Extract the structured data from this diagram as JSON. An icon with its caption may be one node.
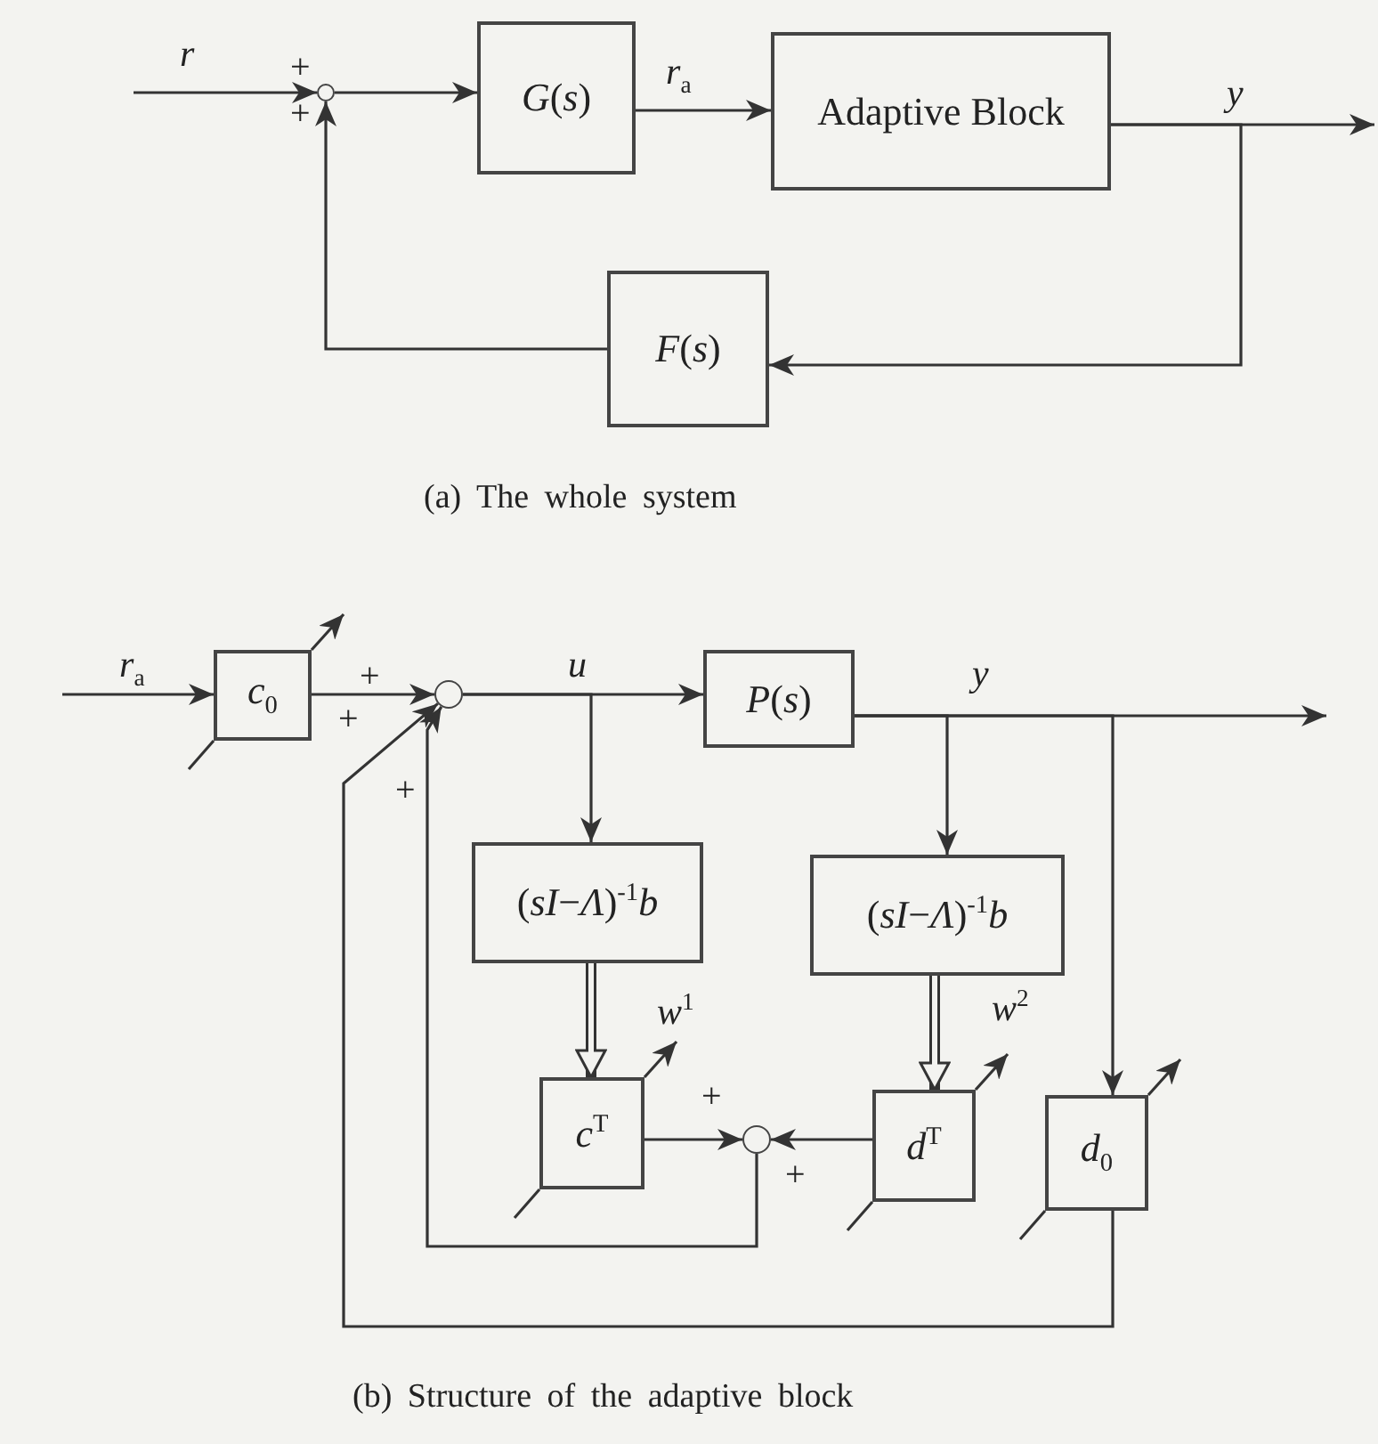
{
  "diagram": {
    "nodes": [
      {
        "text": [],
        "shape": "circle"
      },
      {
        "text": [
          "*G*(*s*)"
        ]
      },
      {
        "text": [
          "Adaptive Block"
        ]
      },
      {
        "text": [
          "*F*(*s*)"
        ]
      },
      {
        "text": [
          "*c*$_{0}$"
        ]
      },
      {
        "text": [],
        "shape": "circle"
      },
      {
        "text": [
          "*P*(*s*)"
        ]
      },
      {
        "text": [
          "(*sI*−*Λ*)$^{-1}$*b*"
        ]
      },
      {
        "text": [
          "(*sI*−*Λ*)$^{-1}$*b*"
        ]
      },
      {
        "text": [
          "*c*$^{T}$"
        ]
      },
      {
        "text": [
          "*d*$^{T}$"
        ]
      },
      {
        "text": [],
        "shape": "circle"
      },
      {
        "text": [
          "*d*$_{0}$"
        ]
      }
    ],
    "edges": [
      {
        "from": null,
        "to": 0,
        "arrow": "to",
        "label": "*r*"
      },
      {
        "from": 0,
        "to": 1,
        "arrow": "to"
      },
      {
        "from": 1,
        "to": 2,
        "arrow": "to",
        "label": "*r*$_{a}$"
      },
      {
        "from": 2,
        "to": null,
        "arrow": "to",
        "label": "*y*"
      },
      {
        "from": 2,
        "to": 3,
        "arrow": "to"
      },
      {
        "from": 3,
        "to": 0,
        "arrow": "to"
      },
      {
        "from": null,
        "to": 4,
        "arrow": "to",
        "label": "*r*$_{a}$"
      },
      {
        "from": 4,
        "to": 5,
        "arrow": "to"
      },
      {
        "from": 5,
        "to": 6,
        "arrow": "to",
        "label": "*u*"
      },
      {
        "from": 5,
        "to": 7,
        "arrow": "to"
      },
      {
        "from": 6,
        "to": null,
        "arrow": "to",
        "label": "*y*"
      },
      {
        "from": 6,
        "to": 8,
        "arrow": "to"
      },
      {
        "from": 6,
        "to": 12,
        "arrow": "to"
      },
      {
        "from": 7,
        "to": 9,
        "arrow": "to",
        "label": "*w*$^{1}$",
        "style": "thick"
      },
      {
        "from": 8,
        "to": 10,
        "arrow": "to",
        "label": "*w*$^{2}$",
        "style": "thick"
      },
      {
        "from": 9,
        "to": 11,
        "arrow": "to"
      },
      {
        "from": 10,
        "to": 11,
        "arrow": "to"
      },
      {
        "from": 11,
        "to": 5,
        "arrow": "to"
      },
      {
        "from": 12,
        "to": 5,
        "arrow": "to"
      }
    ],
    "labels": [
      "+",
      "+",
      "(a) The whole system",
      "+",
      "+",
      "+",
      "+",
      "+",
      "(b) Structure of the adaptive block"
    ]
  }
}
